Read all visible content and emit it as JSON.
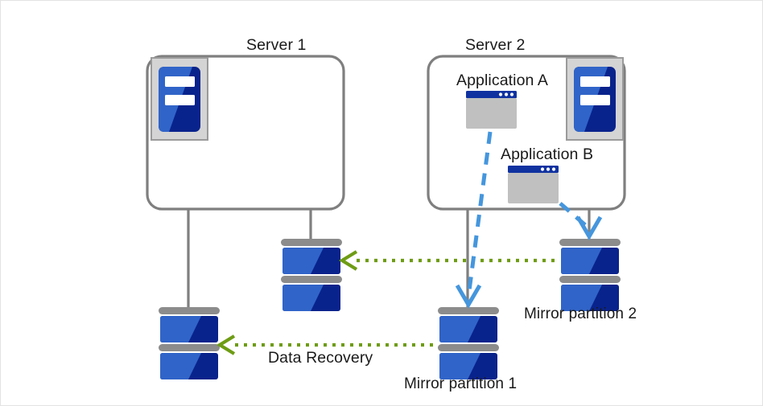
{
  "diagram": {
    "title_server1": "Server 1",
    "title_server2": "Server 2",
    "app_a": "Application  A",
    "app_b": "Application  B",
    "mirror_partition_1": "Mirror partition 1",
    "mirror_partition_2": "Mirror partition 2",
    "data_recovery": "Data Recovery",
    "icons": {
      "server_tower_1": "server-tower-icon",
      "server_tower_2": "server-tower-icon",
      "app_window_a": "application-window-icon",
      "app_window_b": "application-window-icon",
      "disk_server1_local": "disk-stack-icon",
      "disk_server1_mirror": "disk-stack-icon",
      "disk_mirror_1": "disk-stack-icon",
      "disk_mirror_2": "disk-stack-icon"
    },
    "arrows": {
      "replication_top": "green-dotted-arrow-left",
      "replication_bottom": "green-dotted-arrow-left",
      "app_a_to_mirror1": "blue-dashed-arrow-down",
      "app_b_to_mirror2": "blue-dashed-arrow-down"
    },
    "colors": {
      "outline_gray": "#7f7f7f",
      "tower_frame": "#d4d4d4",
      "blue_light": "#3064c8",
      "blue_dark": "#09238c",
      "blue_mid": "#1144b4",
      "disk_cap": "#8c8c8c",
      "window_titlebar": "#1032a0",
      "window_body": "#c0c0c0",
      "arrow_green": "#6e9c14",
      "arrow_blue": "#4596dd",
      "text": "#1a1a1a",
      "canvas_border": "#e3e3e3"
    }
  }
}
